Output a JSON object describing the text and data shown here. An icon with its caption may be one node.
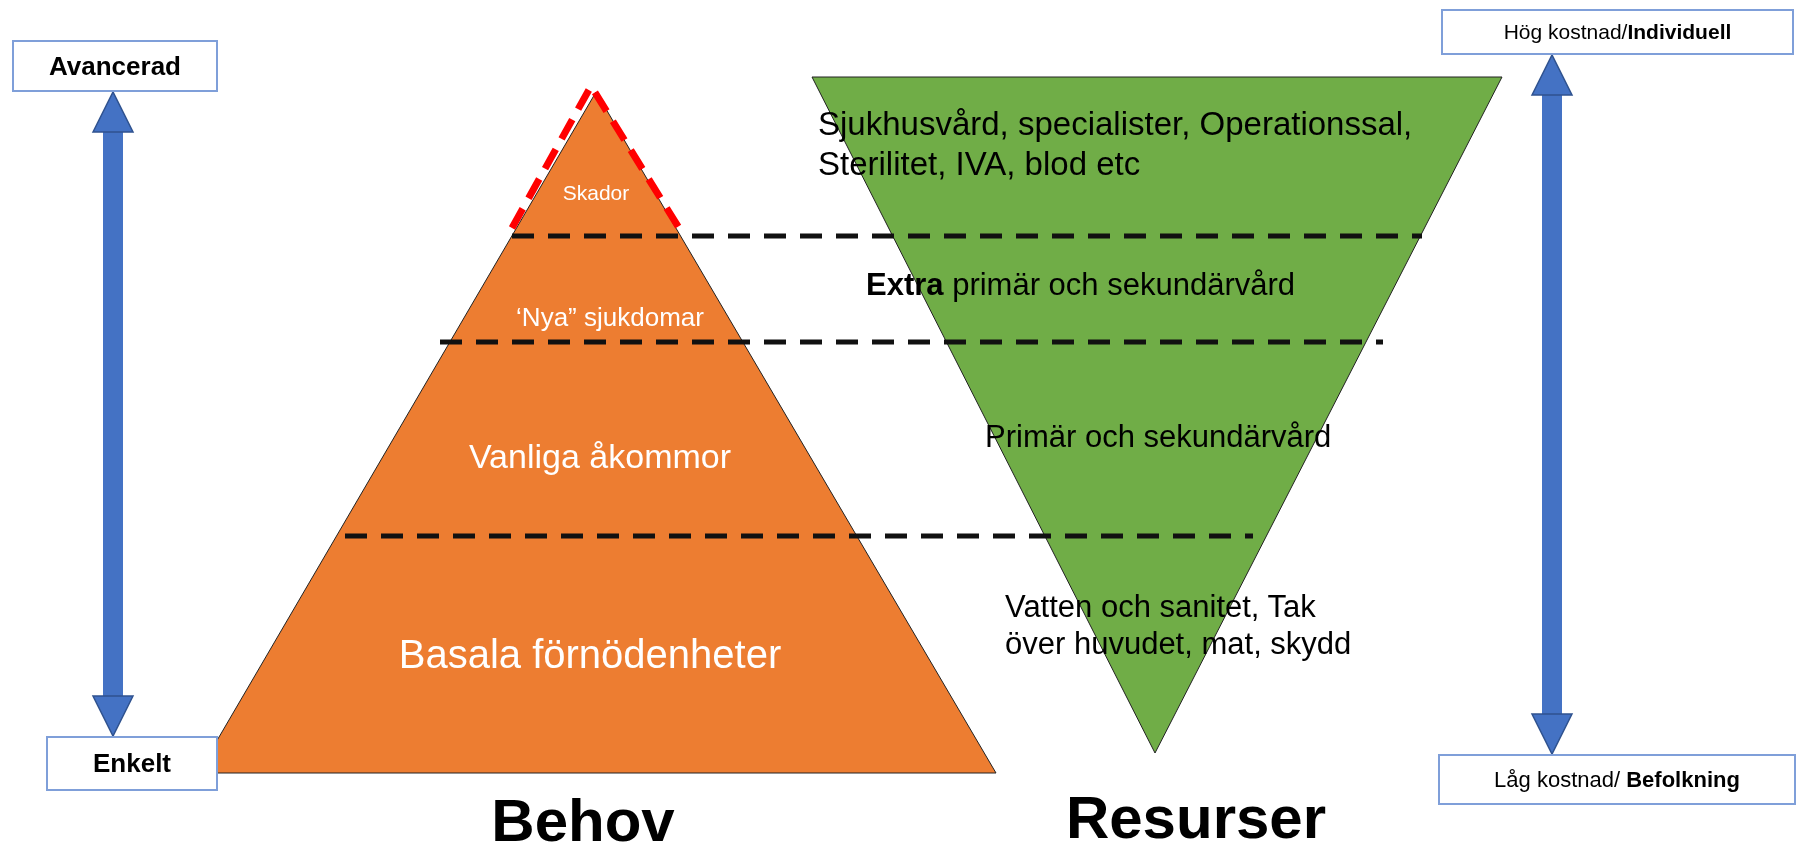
{
  "diagram": {
    "nodes": [
      {
        "text": [
          "Avancerad"
        ]
      },
      {
        "text": [
          "Enkelt"
        ]
      },
      {
        "text": [
          "Behov"
        ]
      },
      {
        "text": [
          "Skador"
        ],
        "in": 2
      },
      {
        "text": [
          "‘Nya” sjukdomar"
        ],
        "in": 2
      },
      {
        "text": [
          "Vanliga åkommor"
        ],
        "in": 2
      },
      {
        "text": [
          "Basala förnödenheter"
        ],
        "in": 2
      },
      {
        "text": [
          "Resurser"
        ]
      },
      {
        "text": [
          "Sjukhusvård, specialister, Operationssal, Sterilitet, IVA, blod etc"
        ],
        "in": 7
      },
      {
        "text": [
          "**Extra** primär och sekundärvård"
        ],
        "in": 7
      },
      {
        "text": [
          "Primär och sekundärvård"
        ],
        "in": 7
      },
      {
        "text": [
          "Vatten och sanitet, Tak över huvudet, mat, skydd"
        ],
        "in": 7
      },
      {
        "text": [
          "Hög kostnad/**Individuell**"
        ]
      },
      {
        "text": [
          "Låg kostnad/ **Befolkning**"
        ]
      }
    ],
    "edges": [
      {
        "from": 0,
        "to": 1,
        "arrow": "both"
      },
      {
        "from": 12,
        "to": 13,
        "arrow": "both"
      }
    ]
  }
}
